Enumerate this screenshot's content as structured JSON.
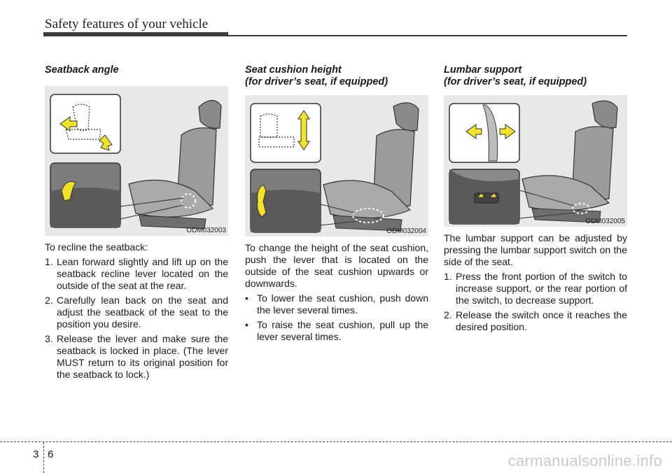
{
  "header": {
    "title": "Safety features of your vehicle"
  },
  "columns": [
    {
      "heading": [
        "Seatback angle"
      ],
      "figure_code": "ODM032003",
      "intro": "To recline the seatback:",
      "items": [
        {
          "num": "1.",
          "text": "Lean forward slightly and lift up on the seatback recline lever located on the outside of the seat at the rear."
        },
        {
          "num": "2.",
          "text": "Carefully lean back on the seat and adjust the seatback of the seat to the position you desire."
        },
        {
          "num": "3.",
          "text": "Release the lever and make sure the seatback is locked in place. (The lever MUST return to its original position for the seatback to lock.)"
        }
      ]
    },
    {
      "heading": [
        "Seat cushion height",
        "(for driver’s seat, if equipped)"
      ],
      "figure_code": "ODM032004",
      "intro": "To change the height of the seat cushion, push the lever that is located on the outside of the seat cushion upwards or downwards.",
      "items": [
        {
          "num": "•",
          "text": "To lower the seat cushion, push down the lever several times."
        },
        {
          "num": "•",
          "text": "To raise the seat cushion, pull up the lever several times."
        }
      ]
    },
    {
      "heading": [
        "Lumbar support",
        "(for driver’s seat, if equipped)"
      ],
      "figure_code": "ODM032005",
      "intro": "The lumbar support can be adjusted by pressing the lumbar support switch on the side of the seat.",
      "items": [
        {
          "num": "1.",
          "text": "Press the front portion of the switch to increase support, or the rear portion of the switch, to decrease support."
        },
        {
          "num": "2.",
          "text": "Release the switch once it reaches the desired position."
        }
      ]
    }
  ],
  "footer": {
    "chapter": "3",
    "page": "6"
  },
  "watermark": "carmanualsonline.info",
  "colors": {
    "arrow": "#f2e22a",
    "figure_bg": "#e8e8e8",
    "rule": "#3b3b3b"
  }
}
